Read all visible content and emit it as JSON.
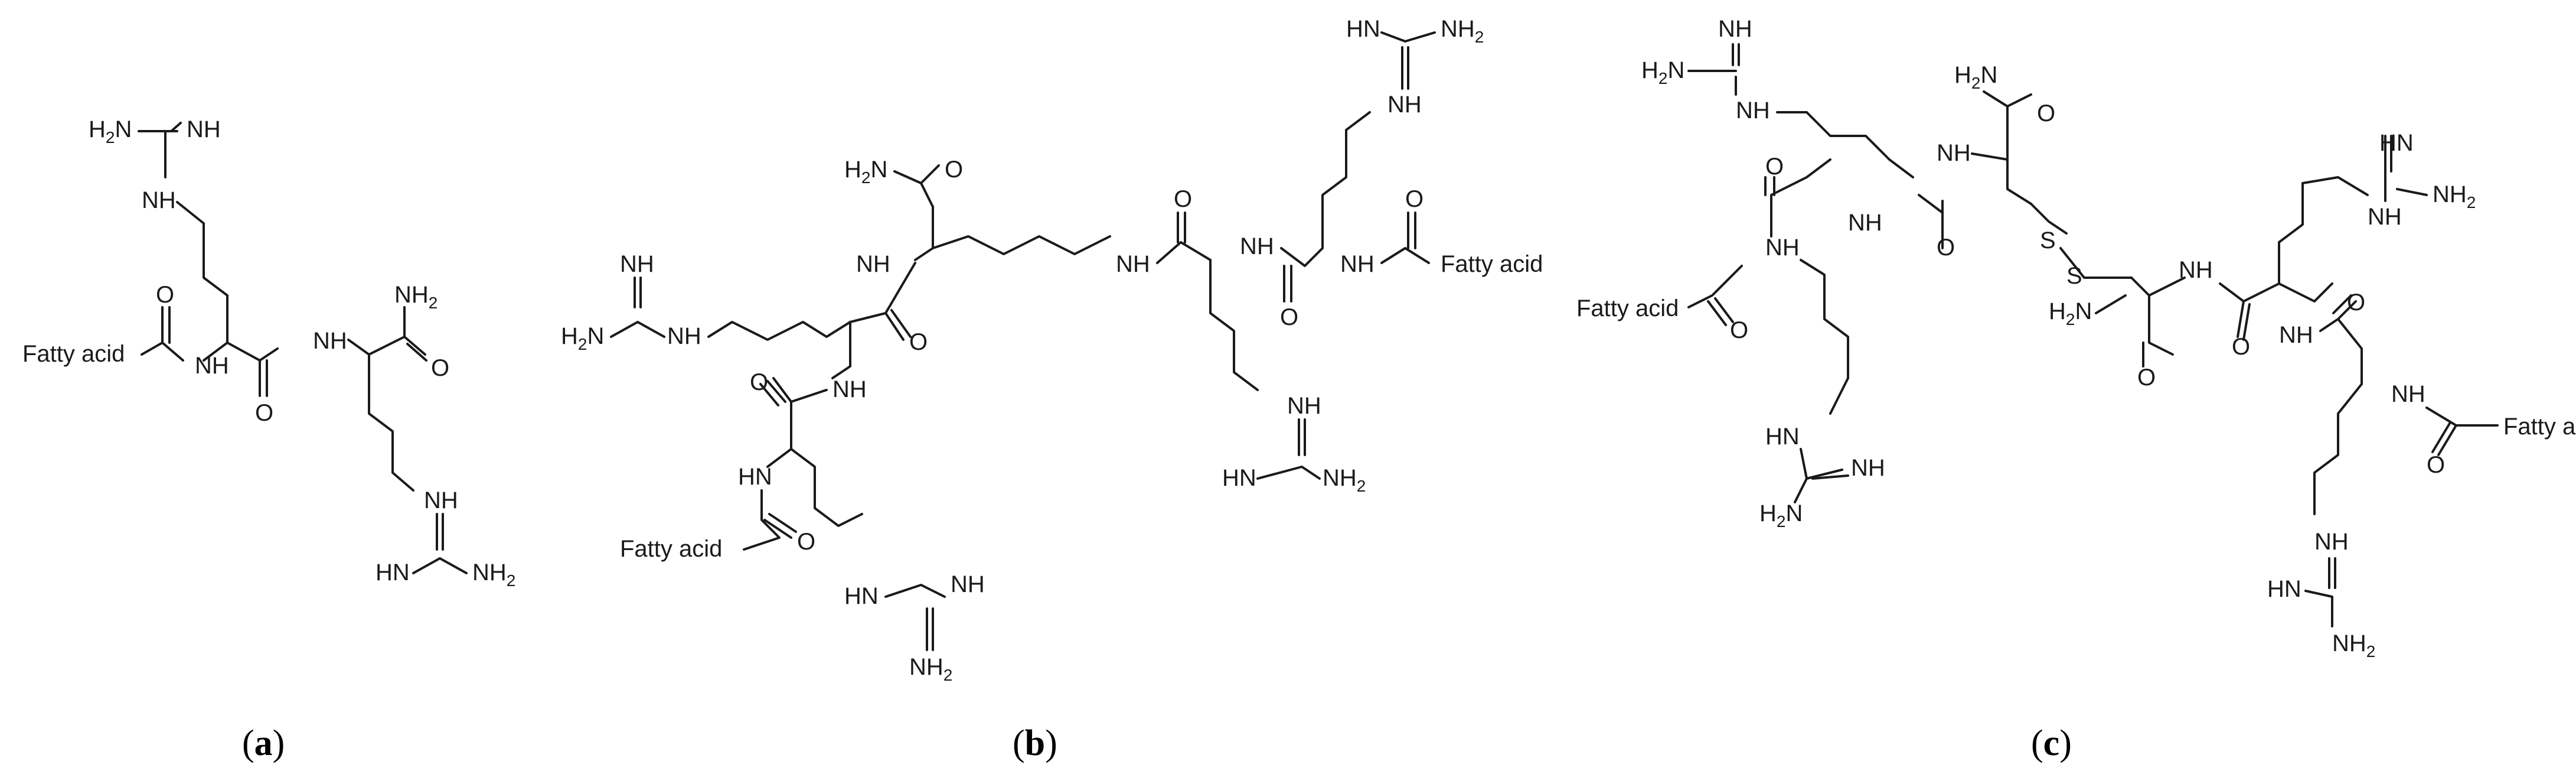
{
  "labels": {
    "fatty_acid": "Fatty acid",
    "nh": "NH",
    "hn": "HN",
    "nh2": "NH",
    "h2n": "H",
    "h2n_sub": "2",
    "h2n_n": "N",
    "nh2_sub": "2",
    "o": "O",
    "s": "S"
  },
  "panels": [
    {
      "id": "a",
      "caption_letter": "a"
    },
    {
      "id": "b",
      "caption_letter": "b"
    },
    {
      "id": "c",
      "caption_letter": "c"
    }
  ],
  "caption_open": "(",
  "caption_close": ")"
}
